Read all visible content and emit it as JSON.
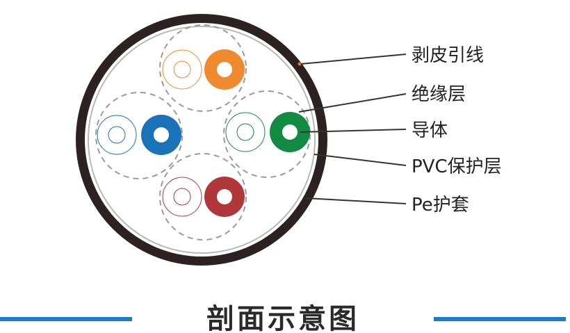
{
  "title": "剖面示意图",
  "labels": {
    "stripping_cord": "剥皮引线",
    "insulation": "绝缘层",
    "conductor": "导体",
    "pvc_layer": "PVC保护层",
    "pe_sheath": "Pe护套"
  },
  "colors": {
    "sheath": "#2b2221",
    "pvc": "#b8b8b8",
    "pair_dash": "#9a9a9a",
    "orange": "#f08a2e",
    "blue": "#1a72b8",
    "green": "#138a42",
    "brown": "#b0373a",
    "accent_line": "#1a7fc6",
    "leader": "#333333"
  },
  "pairs": [
    {
      "name": "orange-pair",
      "color": "orange"
    },
    {
      "name": "blue-pair",
      "color": "blue"
    },
    {
      "name": "green-pair",
      "color": "green"
    },
    {
      "name": "brown-pair",
      "color": "brown"
    }
  ]
}
